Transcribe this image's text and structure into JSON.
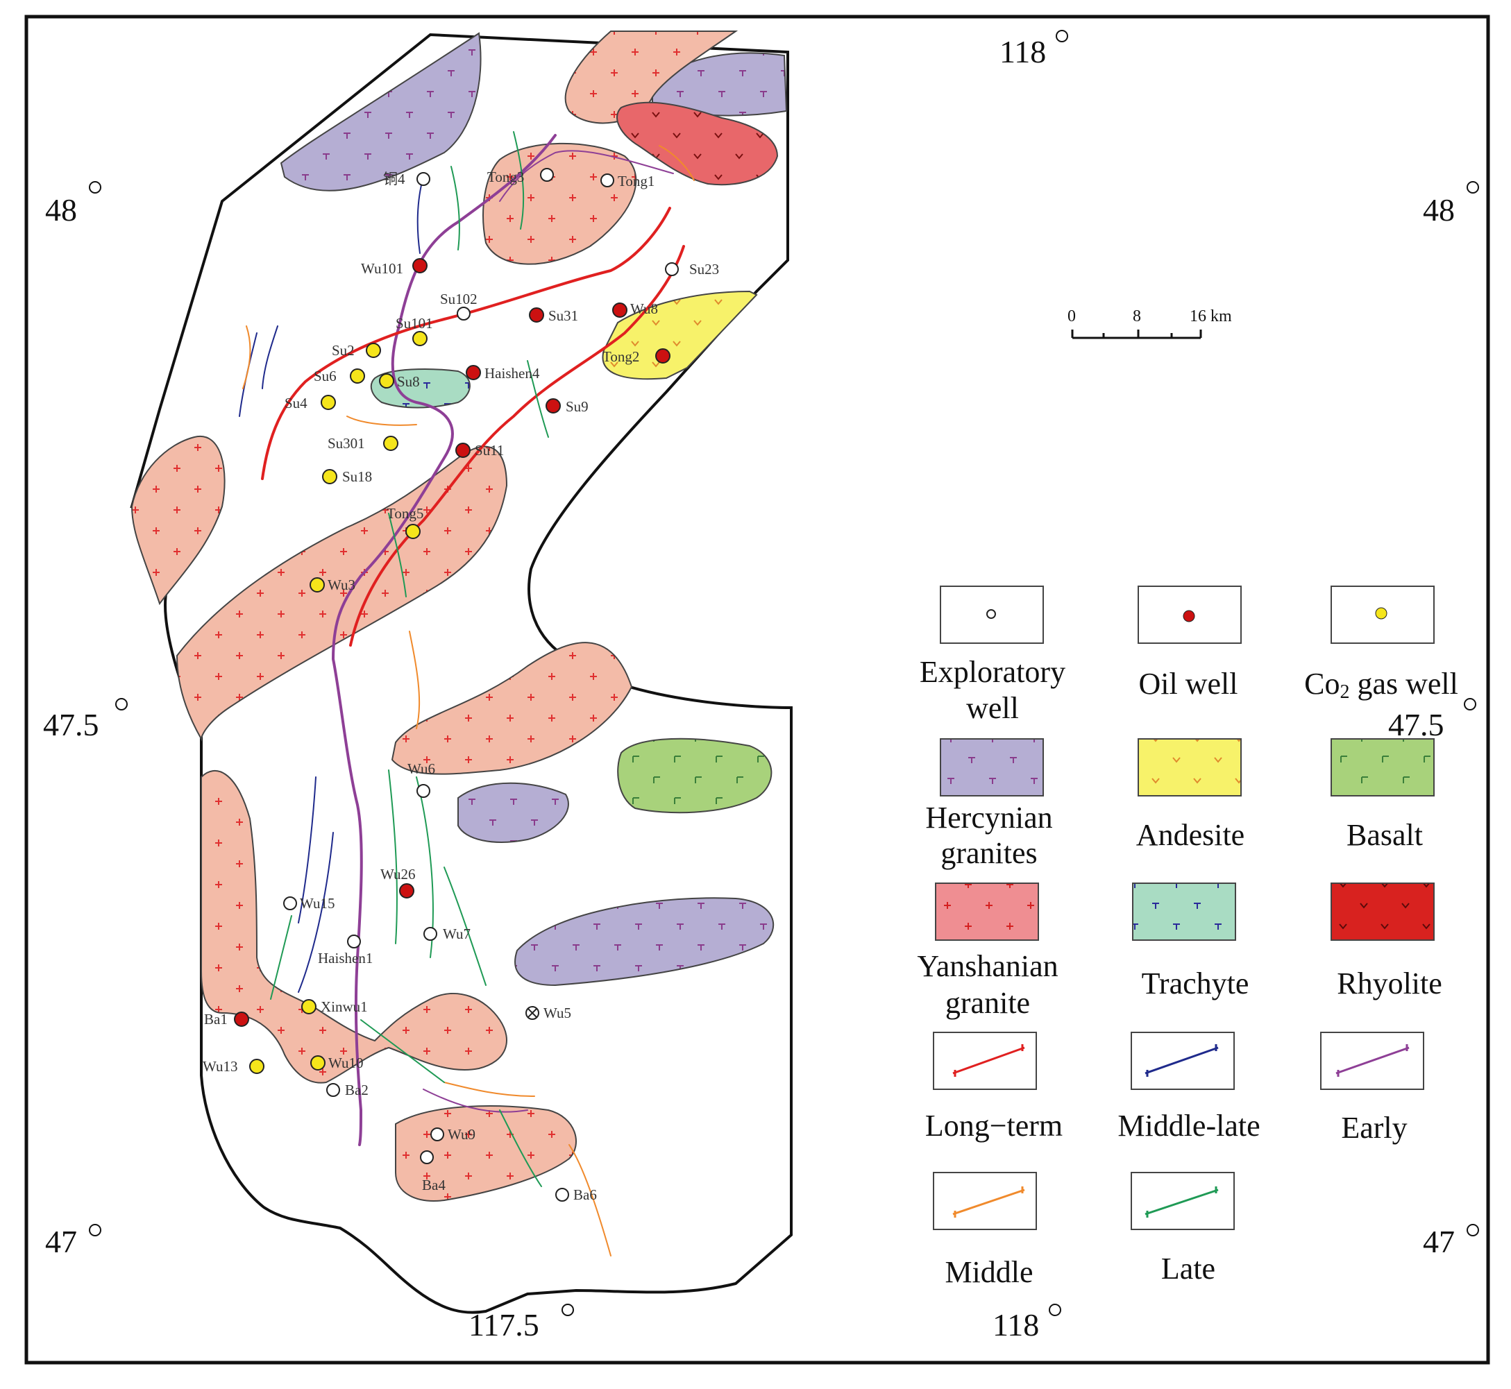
{
  "coordinates": {
    "lon_118_top": "118",
    "lat_48_left": "48",
    "lat_48_right": "48",
    "lat_47_5_left": "47.5",
    "lat_47_5_right": "47.5",
    "lat_47_left": "47",
    "lat_47_right": "47",
    "lon_117_5_bottom": "117.5",
    "lon_118_bottom": "118"
  },
  "scale_bar": {
    "tick_0": "0",
    "tick_8": "8",
    "tick_16": "16 km"
  },
  "colors": {
    "hercynian": "#b5aed3",
    "yanshanian_map": "#f3bba8",
    "yanshanian_legend": "#ef8e92",
    "andesite": "#f7f26a",
    "basalt": "#a8d27b",
    "trachyte": "#a9dcc3",
    "rhyolite_map": "#e8676a",
    "rhyolite_legend": "#d8221f",
    "fault_long_term": "#e02020",
    "fault_middle_late": "#1f2a8c",
    "fault_early": "#8e3f96",
    "fault_middle": "#f08a2c",
    "fault_late": "#1f9a55",
    "oil_well": "#cc1111",
    "co2_well": "#f5e51b"
  },
  "wells": {
    "tong4": "铜4",
    "tong3": "Tong3",
    "tong1": "Tong1",
    "wu101": "Wu101",
    "su23": "Su23",
    "su102": "Su102",
    "su31": "Su31",
    "wu8": "Wu8",
    "su101": "Su101",
    "su2": "Su2",
    "tong2": "Tong2",
    "su6": "Su6",
    "su8": "Su8",
    "haishen4": "Haishen4",
    "su4": "Su4",
    "su9": "Su9",
    "su301": "Su301",
    "su11": "Su11",
    "su18": "Su18",
    "tong5": "Tong5",
    "wu3": "Wu3",
    "wu6": "Wu6",
    "wu26": "Wu26",
    "wu15": "Wu15",
    "wu7": "Wu7",
    "haishen1": "Haishen1",
    "xinwu1": "Xinwu1",
    "wu5": "Wu5",
    "ba1": "Ba1",
    "wu13": "Wu13",
    "wu10": "Wu10",
    "ba2": "Ba2",
    "wu9": "Wu9",
    "ba4": "Ba4",
    "ba6": "Ba6"
  },
  "legend": {
    "exploratory_1": "Exploratory",
    "exploratory_2": "well",
    "oil_well": "Oil well",
    "co2_prefix": "Co",
    "co2_sub": "2",
    "co2_suffix": " gas well",
    "hercynian_1": "Hercynian",
    "hercynian_2": "granites",
    "andesite": "Andesite",
    "basalt": "Basalt",
    "yanshanian_1": "Yanshanian",
    "yanshanian_2": "granite",
    "trachyte": "Trachyte",
    "rhyolite": "Rhyolite",
    "long_term": "Long−term",
    "middle_late": "Middle-late",
    "early": "Early",
    "middle": "Middle",
    "late": "Late"
  }
}
